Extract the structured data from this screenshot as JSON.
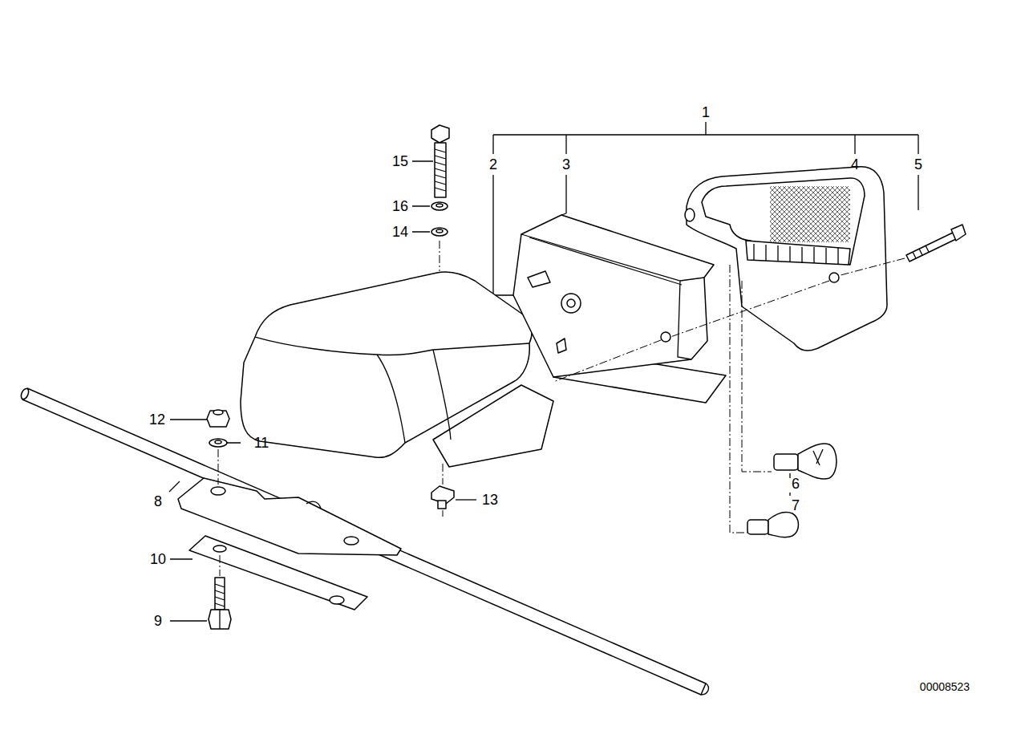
{
  "diagram": {
    "labels": [
      "1",
      "2",
      "3",
      "4",
      "5",
      "15",
      "16",
      "14",
      "12",
      "11",
      "8",
      "13",
      "6",
      "7",
      "10",
      "9",
      "00008523"
    ]
  }
}
